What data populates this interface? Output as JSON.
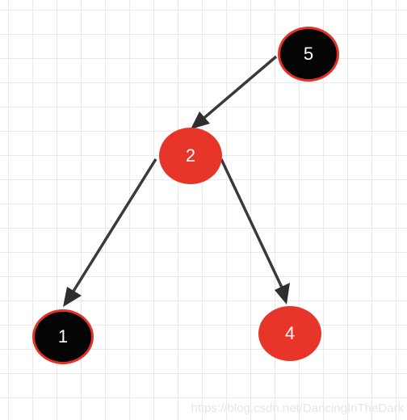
{
  "nodes": [
    {
      "id": "n5",
      "label": "5",
      "color": "black"
    },
    {
      "id": "n2",
      "label": "2",
      "color": "red"
    },
    {
      "id": "n1",
      "label": "1",
      "color": "black"
    },
    {
      "id": "n4",
      "label": "4",
      "color": "red"
    }
  ],
  "edges": [
    {
      "from": "5",
      "to": "2"
    },
    {
      "from": "2",
      "to": "1"
    },
    {
      "from": "2",
      "to": "4"
    }
  ],
  "colors": {
    "red_node": "#e8352a",
    "black_node": "#050505",
    "black_node_border": "#e53228",
    "edge": "#3a3a3a",
    "grid": "#e9e9e9"
  },
  "watermark": "https://blog.csdn.net/DancingInTheDark"
}
